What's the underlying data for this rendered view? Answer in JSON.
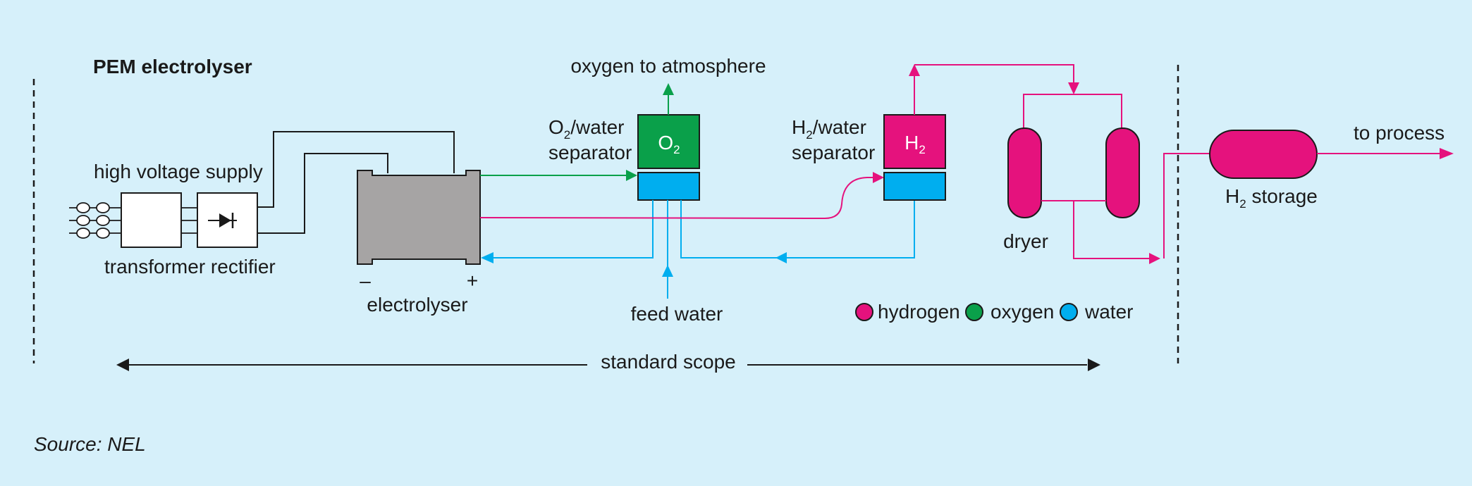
{
  "title": "PEM electrolyser",
  "source": "Source: NEL",
  "labels": {
    "high_voltage_supply": "high voltage supply",
    "transformer_rectifier": "transformer rectifier",
    "electrolyser": "electrolyser",
    "minus": "–",
    "plus": "+",
    "oxygen_to_atmosphere": "oxygen to atmosphere",
    "o2_sep_line1_main": "O",
    "o2_sep_line1_sub": "2",
    "o2_sep_line1_rest": "/water",
    "o2_sep_line2": "separator",
    "o2_box_main": "O",
    "o2_box_sub": "2",
    "h2_sep_line1_main": "H",
    "h2_sep_line1_sub": "2",
    "h2_sep_line1_rest": "/water",
    "h2_sep_line2": "separator",
    "h2_box_main": "H",
    "h2_box_sub": "2",
    "feed_water": "feed water",
    "dryer": "dryer",
    "h2_storage_main": "H",
    "h2_storage_sub": "2",
    "h2_storage_rest": " storage",
    "to_process": "to process",
    "standard_scope": "standard scope"
  },
  "legend": [
    {
      "label": "hydrogen",
      "color": "#e5127d"
    },
    {
      "label": "oxygen",
      "color": "#0aa04a"
    },
    {
      "label": "water",
      "color": "#00aeef"
    }
  ],
  "colors": {
    "background": "#d6f0fa",
    "hydrogen": "#e5127d",
    "oxygen": "#0aa04a",
    "water": "#00aeef",
    "electrolyser": "#a6a4a4",
    "line": "#1a1a1a"
  }
}
